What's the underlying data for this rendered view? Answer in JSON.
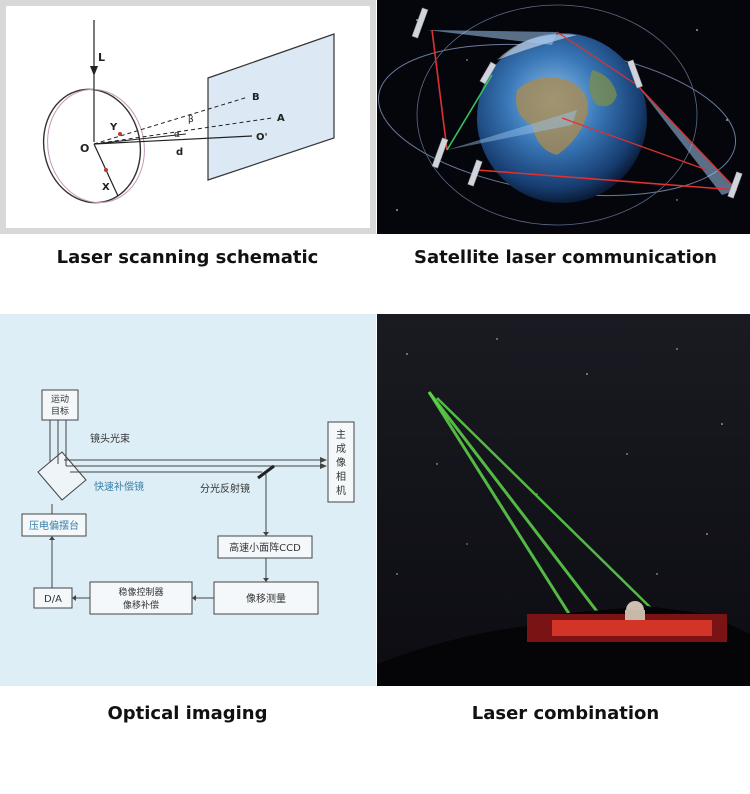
{
  "panels": [
    {
      "caption": "Laser scanning schematic"
    },
    {
      "caption": "Satellite laser communication"
    },
    {
      "caption": "Optical imaging"
    },
    {
      "caption": "Laser combination"
    }
  ],
  "schematic": {
    "labels": {
      "L": "L",
      "O": "O",
      "Y": "Y",
      "X": "X",
      "B": "B",
      "A": "A",
      "O_prime": "O'",
      "d": "d",
      "alpha": "α",
      "beta": "β"
    }
  },
  "optical": {
    "moving_target": "运动\n目标",
    "lens_beam": "镜头光束",
    "fast_comp_mirror": "快速补偿镜",
    "main_camera": "主\n成\n像\n相\n机",
    "beam_splitter": "分光反射镜",
    "ccd": "高速小面阵CCD",
    "piezo": "压电偏摆台",
    "da": "D/A",
    "controller": "稳像控制器\n像移补偿",
    "image_shift": "像移测量"
  }
}
